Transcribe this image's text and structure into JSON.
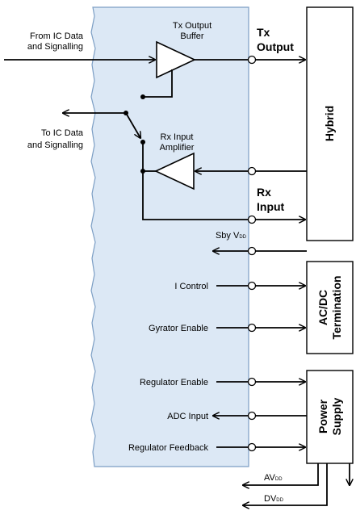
{
  "labels": {
    "from_ic_line1": "From IC Data",
    "from_ic_line2": "and Signalling",
    "to_ic_line1": "To IC Data",
    "to_ic_line2": "and Signalling",
    "tx_buffer_line1": "Tx Output",
    "tx_buffer_line2": "Buffer",
    "rx_amp_line1": "Rx Input",
    "rx_amp_line2": "Amplifier",
    "tx_output_line1": "Tx",
    "tx_output_line2": "Output",
    "rx_input_line1": "Rx",
    "rx_input_line2": "Input",
    "sby_vdd_main": "Sby V",
    "sby_vdd_sub": "DD",
    "i_control": "I Control",
    "gyrator_enable": "Gyrator Enable",
    "regulator_enable": "Regulator Enable",
    "adc_input": "ADC Input",
    "regulator_feedback": "Regulator Feedback",
    "avdd_main": "AV",
    "avdd_sub": "DD",
    "dvdd_main": "DV",
    "dvdd_sub": "DD"
  },
  "blocks": {
    "hybrid": "Hybrid",
    "acdc_line1": "AC/DC",
    "acdc_line2": "Termination",
    "power_line1": "Power",
    "power_line2": "Supply"
  },
  "colors": {
    "chip_fill": "#dce8f5",
    "chip_edge": "#7c9ec4",
    "wire": "#000000",
    "block_fill": "#ffffff"
  }
}
